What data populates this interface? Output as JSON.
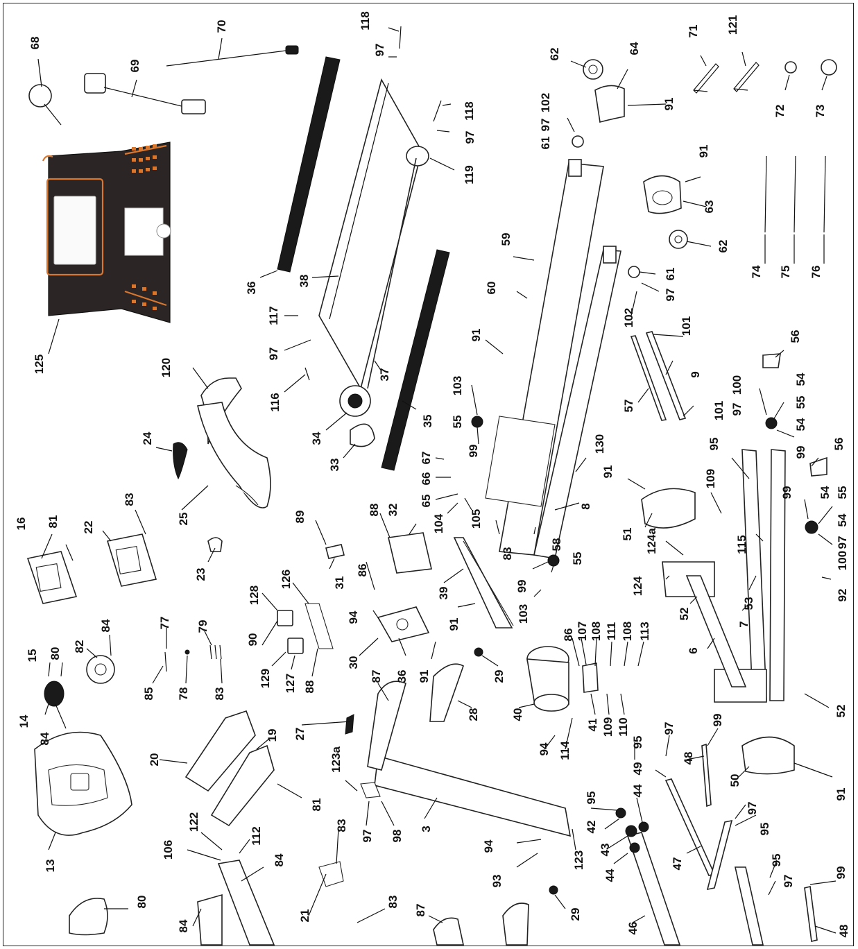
{
  "diagram": {
    "callouts": [
      {
        "id": "c68",
        "text": "68"
      },
      {
        "id": "c69",
        "text": "69"
      },
      {
        "id": "c70",
        "text": "70"
      },
      {
        "id": "c118a",
        "text": "118"
      },
      {
        "id": "c97a",
        "text": "97"
      },
      {
        "id": "c118b",
        "text": "118"
      },
      {
        "id": "c97b",
        "text": "97"
      },
      {
        "id": "c119",
        "text": "119"
      },
      {
        "id": "c62a",
        "text": "62"
      },
      {
        "id": "c64",
        "text": "64"
      },
      {
        "id": "c71",
        "text": "71"
      },
      {
        "id": "c121",
        "text": "121"
      },
      {
        "id": "c72",
        "text": "72"
      },
      {
        "id": "c73",
        "text": "73"
      },
      {
        "id": "c91a",
        "text": "91"
      },
      {
        "id": "c102a",
        "text": "102"
      },
      {
        "id": "c97c",
        "text": "97"
      },
      {
        "id": "c61a",
        "text": "61"
      },
      {
        "id": "c91b",
        "text": "91"
      },
      {
        "id": "c63",
        "text": "63"
      },
      {
        "id": "c62b",
        "text": "62"
      },
      {
        "id": "c74",
        "text": "74"
      },
      {
        "id": "c75",
        "text": "75"
      },
      {
        "id": "c76",
        "text": "76"
      },
      {
        "id": "c59",
        "text": "59"
      },
      {
        "id": "c60",
        "text": "60"
      },
      {
        "id": "c61b",
        "text": "61"
      },
      {
        "id": "c97d",
        "text": "97"
      },
      {
        "id": "c102b",
        "text": "102"
      },
      {
        "id": "c101a",
        "text": "101"
      },
      {
        "id": "c36a",
        "text": "36"
      },
      {
        "id": "c38",
        "text": "38"
      },
      {
        "id": "c117",
        "text": "117"
      },
      {
        "id": "c97e",
        "text": "97"
      },
      {
        "id": "c116",
        "text": "116"
      },
      {
        "id": "c125",
        "text": "125"
      },
      {
        "id": "c37",
        "text": "37"
      },
      {
        "id": "c34",
        "text": "34"
      },
      {
        "id": "c35",
        "text": "35"
      },
      {
        "id": "c33",
        "text": "33"
      },
      {
        "id": "c91c",
        "text": "91"
      },
      {
        "id": "c103a",
        "text": "103"
      },
      {
        "id": "c55a",
        "text": "55"
      },
      {
        "id": "c99a",
        "text": "99"
      },
      {
        "id": "c57",
        "text": "57"
      },
      {
        "id": "c9",
        "text": "9"
      },
      {
        "id": "c101b",
        "text": "101"
      },
      {
        "id": "c56a",
        "text": "56"
      },
      {
        "id": "c100a",
        "text": "100"
      },
      {
        "id": "c97f",
        "text": "97"
      },
      {
        "id": "c54a",
        "text": "54"
      },
      {
        "id": "c55b",
        "text": "55"
      },
      {
        "id": "c54b",
        "text": "54"
      },
      {
        "id": "c99b",
        "text": "99"
      },
      {
        "id": "c120",
        "text": "120"
      },
      {
        "id": "c24",
        "text": "24"
      },
      {
        "id": "c25",
        "text": "25"
      },
      {
        "id": "c67",
        "text": "67"
      },
      {
        "id": "c66",
        "text": "66"
      },
      {
        "id": "c65",
        "text": "65"
      },
      {
        "id": "c104",
        "text": "104"
      },
      {
        "id": "c105",
        "text": "105"
      },
      {
        "id": "c130",
        "text": "130"
      },
      {
        "id": "c56b",
        "text": "56"
      },
      {
        "id": "c95a",
        "text": "95"
      },
      {
        "id": "c91d",
        "text": "91"
      },
      {
        "id": "c109a",
        "text": "109"
      },
      {
        "id": "c16",
        "text": "16"
      },
      {
        "id": "c81a",
        "text": "81"
      },
      {
        "id": "c22",
        "text": "22"
      },
      {
        "id": "c83a",
        "text": "83"
      },
      {
        "id": "c89",
        "text": "89"
      },
      {
        "id": "c88a",
        "text": "88"
      },
      {
        "id": "c32",
        "text": "32"
      },
      {
        "id": "c83b",
        "text": "83"
      },
      {
        "id": "c58",
        "text": "58"
      },
      {
        "id": "c8",
        "text": "8"
      },
      {
        "id": "c99c",
        "text": "99"
      },
      {
        "id": "c54c",
        "text": "54"
      },
      {
        "id": "c55c",
        "text": "55"
      },
      {
        "id": "c54d",
        "text": "54"
      },
      {
        "id": "c97g",
        "text": "97"
      },
      {
        "id": "c100b",
        "text": "100"
      },
      {
        "id": "c51",
        "text": "51"
      },
      {
        "id": "c124a",
        "text": "124a"
      },
      {
        "id": "c115",
        "text": "115"
      },
      {
        "id": "c23",
        "text": "23"
      },
      {
        "id": "c31",
        "text": "31"
      },
      {
        "id": "c86a",
        "text": "86"
      },
      {
        "id": "c39",
        "text": "39"
      },
      {
        "id": "c99d",
        "text": "99"
      },
      {
        "id": "c55d",
        "text": "55"
      },
      {
        "id": "c124",
        "text": "124"
      },
      {
        "id": "c53",
        "text": "53"
      },
      {
        "id": "c92",
        "text": "92"
      },
      {
        "id": "c128",
        "text": "128"
      },
      {
        "id": "c126",
        "text": "126"
      },
      {
        "id": "c94a",
        "text": "94"
      },
      {
        "id": "c91e",
        "text": "91"
      },
      {
        "id": "c103b",
        "text": "103"
      },
      {
        "id": "c52a",
        "text": "52"
      },
      {
        "id": "c7",
        "text": "7"
      },
      {
        "id": "c90",
        "text": "90"
      },
      {
        "id": "c77",
        "text": "77"
      },
      {
        "id": "c79",
        "text": "79"
      },
      {
        "id": "c30",
        "text": "30"
      },
      {
        "id": "c36b",
        "text": "36"
      },
      {
        "id": "c91f",
        "text": "91"
      },
      {
        "id": "c6",
        "text": "6"
      },
      {
        "id": "c15",
        "text": "15"
      },
      {
        "id": "c80a",
        "text": "80"
      },
      {
        "id": "c82",
        "text": "82"
      },
      {
        "id": "c84a",
        "text": "84"
      },
      {
        "id": "c129",
        "text": "129"
      },
      {
        "id": "c127",
        "text": "127"
      },
      {
        "id": "c88b",
        "text": "88"
      },
      {
        "id": "c85",
        "text": "85"
      },
      {
        "id": "c78",
        "text": "78"
      },
      {
        "id": "c83c",
        "text": "83"
      },
      {
        "id": "c29a",
        "text": "29"
      },
      {
        "id": "c86b",
        "text": "86"
      },
      {
        "id": "c107",
        "text": "107"
      },
      {
        "id": "c108a",
        "text": "108"
      },
      {
        "id": "c111",
        "text": "111"
      },
      {
        "id": "c108b",
        "text": "108"
      },
      {
        "id": "c113",
        "text": "113"
      },
      {
        "id": "c14",
        "text": "14"
      },
      {
        "id": "c84b",
        "text": "84"
      },
      {
        "id": "c87a",
        "text": "87"
      },
      {
        "id": "c28",
        "text": "28"
      },
      {
        "id": "c40",
        "text": "40"
      },
      {
        "id": "c41",
        "text": "41"
      },
      {
        "id": "c109b",
        "text": "109"
      },
      {
        "id": "c110",
        "text": "110"
      },
      {
        "id": "c52b",
        "text": "52"
      },
      {
        "id": "c27",
        "text": "27"
      },
      {
        "id": "c94b",
        "text": "94"
      },
      {
        "id": "c114",
        "text": "114"
      },
      {
        "id": "c20",
        "text": "20"
      },
      {
        "id": "c19",
        "text": "19"
      },
      {
        "id": "c123a",
        "text": "123a"
      },
      {
        "id": "c95b",
        "text": "95"
      },
      {
        "id": "c97h",
        "text": "97"
      },
      {
        "id": "c99e",
        "text": "99"
      },
      {
        "id": "c49",
        "text": "49"
      },
      {
        "id": "c48a",
        "text": "48"
      },
      {
        "id": "c50",
        "text": "50"
      },
      {
        "id": "c81b",
        "text": "81"
      },
      {
        "id": "c3",
        "text": "3"
      },
      {
        "id": "c97i",
        "text": "97"
      },
      {
        "id": "c98",
        "text": "98"
      },
      {
        "id": "c95c",
        "text": "95"
      },
      {
        "id": "c42",
        "text": "42"
      },
      {
        "id": "c44a",
        "text": "44"
      },
      {
        "id": "c43",
        "text": "43"
      },
      {
        "id": "c91g",
        "text": "91"
      },
      {
        "id": "c97j",
        "text": "97"
      },
      {
        "id": "c95d",
        "text": "95"
      },
      {
        "id": "c13",
        "text": "13"
      },
      {
        "id": "c122",
        "text": "122"
      },
      {
        "id": "c106",
        "text": "106"
      },
      {
        "id": "c112",
        "text": "112"
      },
      {
        "id": "c83d",
        "text": "83"
      },
      {
        "id": "c94c",
        "text": "94"
      },
      {
        "id": "c93",
        "text": "93"
      },
      {
        "id": "c123",
        "text": "123"
      },
      {
        "id": "c44b",
        "text": "44"
      },
      {
        "id": "c47",
        "text": "47"
      },
      {
        "id": "c95e",
        "text": "95"
      },
      {
        "id": "c97k",
        "text": "97"
      },
      {
        "id": "c84c",
        "text": "84"
      },
      {
        "id": "c21",
        "text": "21"
      },
      {
        "id": "c83e",
        "text": "83"
      },
      {
        "id": "c87b",
        "text": "87"
      },
      {
        "id": "c29b",
        "text": "29"
      },
      {
        "id": "c46",
        "text": "46"
      },
      {
        "id": "c99f",
        "text": "99"
      },
      {
        "id": "c48b",
        "text": "48"
      },
      {
        "id": "c80b",
        "text": "80"
      },
      {
        "id": "c84d",
        "text": "84"
      }
    ]
  }
}
